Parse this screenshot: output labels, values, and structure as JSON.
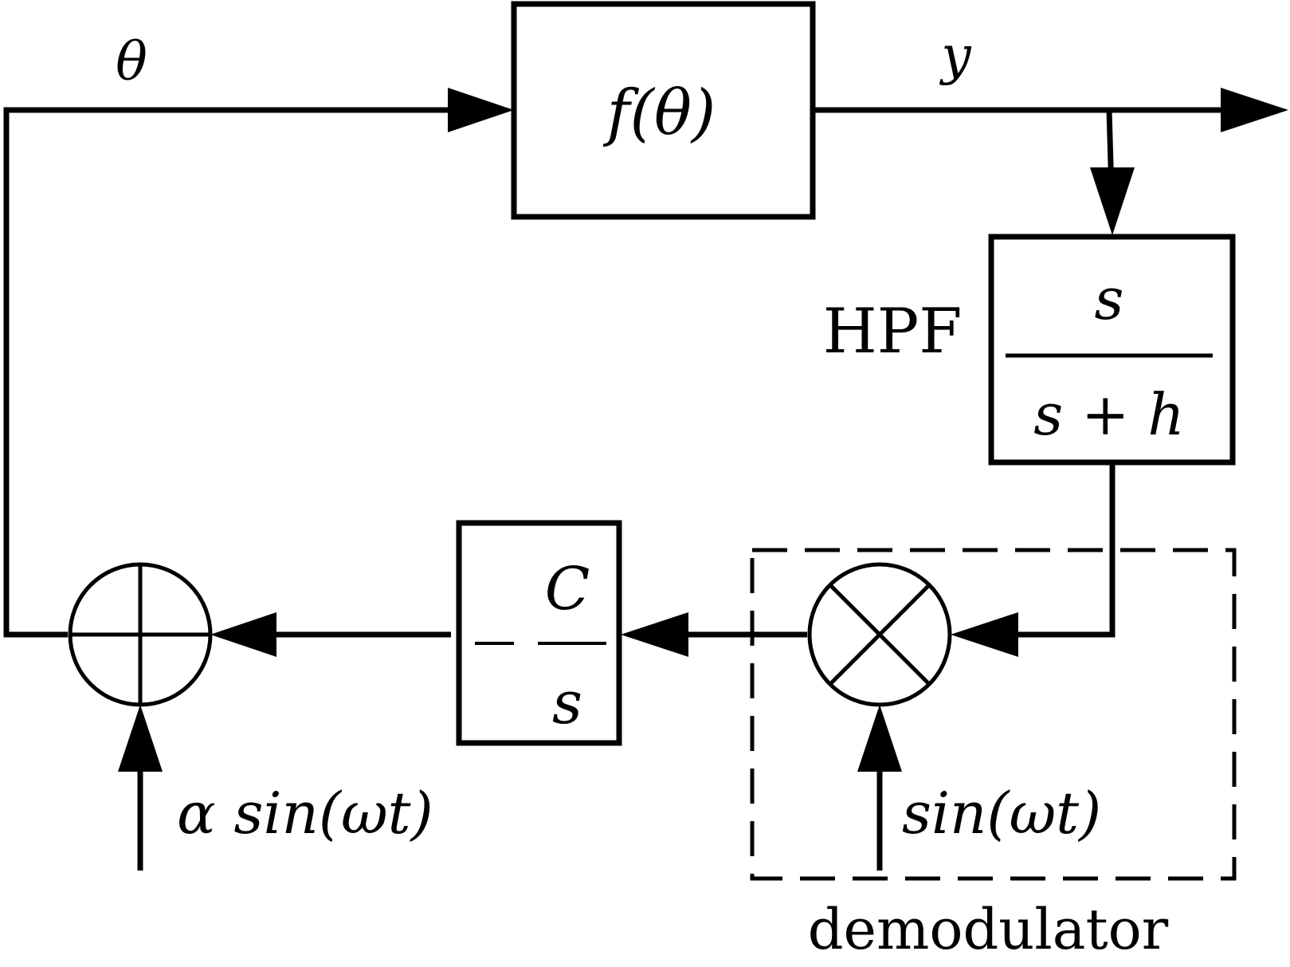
{
  "signals": {
    "theta": "θ",
    "y": "y",
    "dither_in": "α sin(ωt)",
    "demod_ref": "sin(ωt)"
  },
  "blocks": {
    "plant": "f(θ)",
    "hpf": {
      "label": "HPF",
      "numerator": "s",
      "denominator": "s + h"
    },
    "integrator": {
      "sign": "−",
      "numerator": "C",
      "denominator": "s"
    }
  },
  "regions": {
    "demodulator": "demodulator"
  }
}
